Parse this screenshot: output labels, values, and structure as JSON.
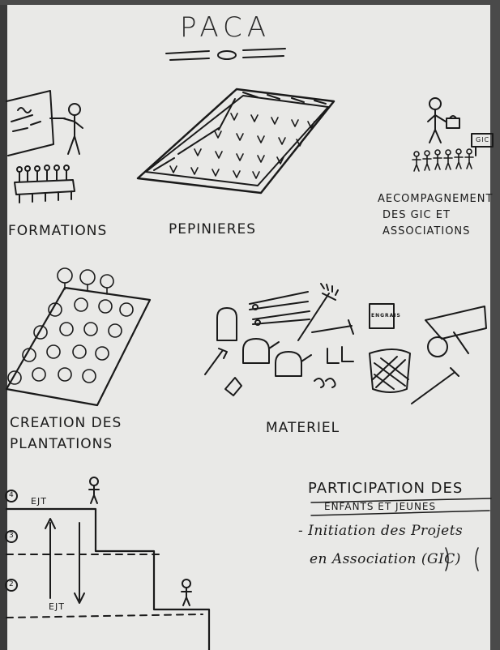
{
  "title": "PACA",
  "sections": {
    "formations": "FORMATIONS",
    "pepinieres": "PEPINIERES",
    "accompagnement": [
      "AECOMPAGNEMENT",
      "DES GIC ET",
      "ASSOCIATIONS"
    ],
    "plantations": [
      "CREATION DES",
      "PLANTATIONS"
    ],
    "materiel": "MATERIEL",
    "participation": {
      "heading": "PARTICIPATION DES",
      "subheading": "ENFANTS ET JEUNES",
      "lines": [
        "- Initiation des Projets",
        "en Association (GIC)"
      ]
    }
  },
  "small_labels": {
    "gic_sign": "GIC",
    "sack": "ENGRAIS",
    "ejt_top": "EJT",
    "ejt_bottom": "EJT",
    "step_numbers": [
      "4",
      "3",
      "2"
    ]
  },
  "colors": {
    "ink": "#1a1a1a",
    "paper": "#e9e9e7",
    "frame": "#3a3a3a"
  }
}
